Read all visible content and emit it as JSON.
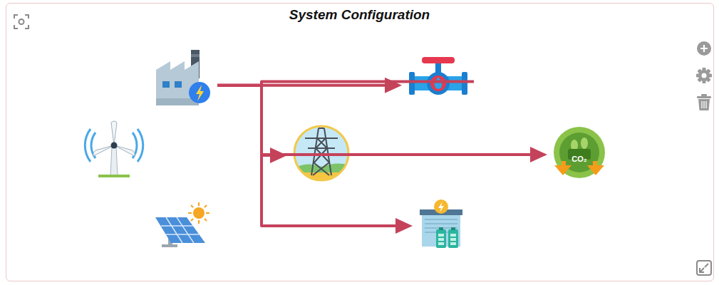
{
  "diagram": {
    "title": "System Configuration",
    "nodes": [
      {
        "text": []
      },
      {
        "text": []
      },
      {
        "text": []
      },
      {
        "text": []
      },
      {
        "text": [
          "CO₂"
        ]
      },
      {
        "text": []
      },
      {
        "text": []
      }
    ],
    "edges": [
      {
        "from": 0,
        "to": 1,
        "arrow": "to"
      },
      {
        "from": 0,
        "to": 3,
        "arrow": "to"
      },
      {
        "from": 0,
        "to": 6,
        "arrow": "to"
      },
      {
        "from": 1,
        "to": 4,
        "arrow": "to"
      }
    ]
  }
}
